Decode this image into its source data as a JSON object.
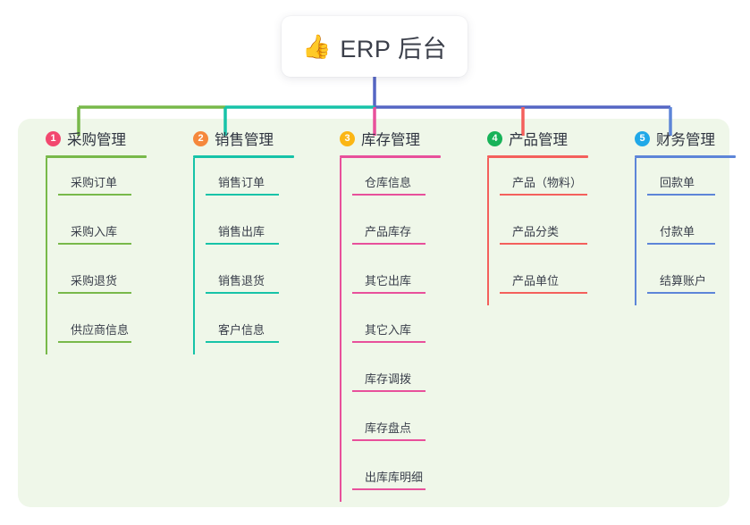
{
  "diagram": {
    "type": "mind-map",
    "root": {
      "icon": "thumbs-up-icon",
      "icon_glyph": "👍",
      "label": "ERP 后台"
    },
    "panel_background": "#eff7e9",
    "trunk_color": "#5566c4",
    "branches": [
      {
        "number": "1",
        "badge_color": "#f2486f",
        "line_color": "#78b94a",
        "title": "采购管理",
        "children": [
          "采购订单",
          "采购入库",
          "采购退货",
          "供应商信息"
        ]
      },
      {
        "number": "2",
        "badge_color": "#f5883c",
        "line_color": "#17c3a8",
        "title": "销售管理",
        "children": [
          "销售订单",
          "销售出库",
          "销售退货",
          "客户信息"
        ]
      },
      {
        "number": "3",
        "badge_color": "#fbb614",
        "line_color": "#e8509b",
        "title": "库存管理",
        "children": [
          "仓库信息",
          "产品库存",
          "其它出库",
          "其它入库",
          "库存调拨",
          "库存盘点",
          "出库库明细"
        ]
      },
      {
        "number": "4",
        "badge_color": "#18b359",
        "line_color": "#f4605c",
        "title": "产品管理",
        "children": [
          "产品（物料）",
          "产品分类",
          "产品单位"
        ]
      },
      {
        "number": "5",
        "badge_color": "#20a8e8",
        "line_color": "#5d85d8",
        "title": "财务管理",
        "children": [
          "回款单",
          "付款单",
          "结算账户"
        ]
      }
    ]
  }
}
